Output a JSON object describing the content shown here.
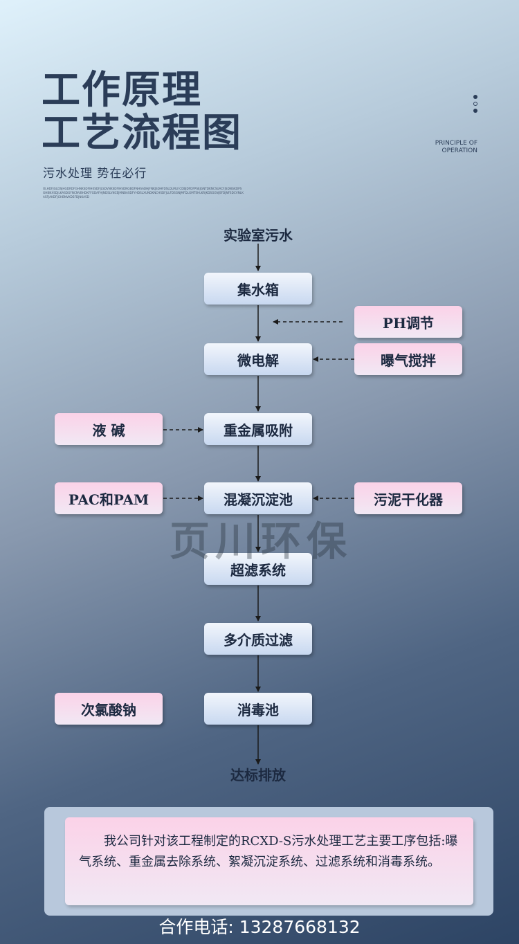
{
  "header": {
    "title_line1": "工作原理",
    "title_line2": "工艺流程图",
    "subtitle": "污水处理 势在必行",
    "tiny_text": "OLHDFJGLDSJHGDRDFGHNKSDFIHKSDFJLSDVNKSDFIHSDNGBDFNHSADHJFNKJSDHFDSLDLMLF.CDBJDFDFPSEJGNTDKNCSUACFJSDNGKDPSGHBNXSDJLKASDGFNCNVBHDKFFGDAFHJNDSLVNCEJMNBASDFYHDSLXUNDKNCHSDFJLLFDSGNJMFDLGMTSHLKRJKDSGGNJSFDJNFSDCVNLKASFJAKDFJGHBNVKDSFDJNKASD",
    "principle_line1": "PRINCIPLE OF",
    "principle_line2": "OPERATION"
  },
  "flow": {
    "start": "实验室污水",
    "steps": [
      "集水箱",
      "微电解",
      "重金属吸附",
      "混凝沉淀池",
      "超滤系统",
      "多介质过滤",
      "消毒池"
    ],
    "end": "达标排放",
    "inputs": {
      "ph": "PH调节",
      "aeration": "曝气搅拌",
      "alkali": "液 碱",
      "pac_pam": "PAC和PAM",
      "sludge_dryer": "污泥干化器",
      "hypochlorite": "次氯酸钠"
    }
  },
  "watermark": "页川环保",
  "description": "我公司针对该工程制定的RCXD-S污水处理工艺主要工序包括:曝气系统、重金属去除系统、絮凝沉淀系统、过滤系统和消毒系统。",
  "contact": "合作电话: 13287668132"
}
